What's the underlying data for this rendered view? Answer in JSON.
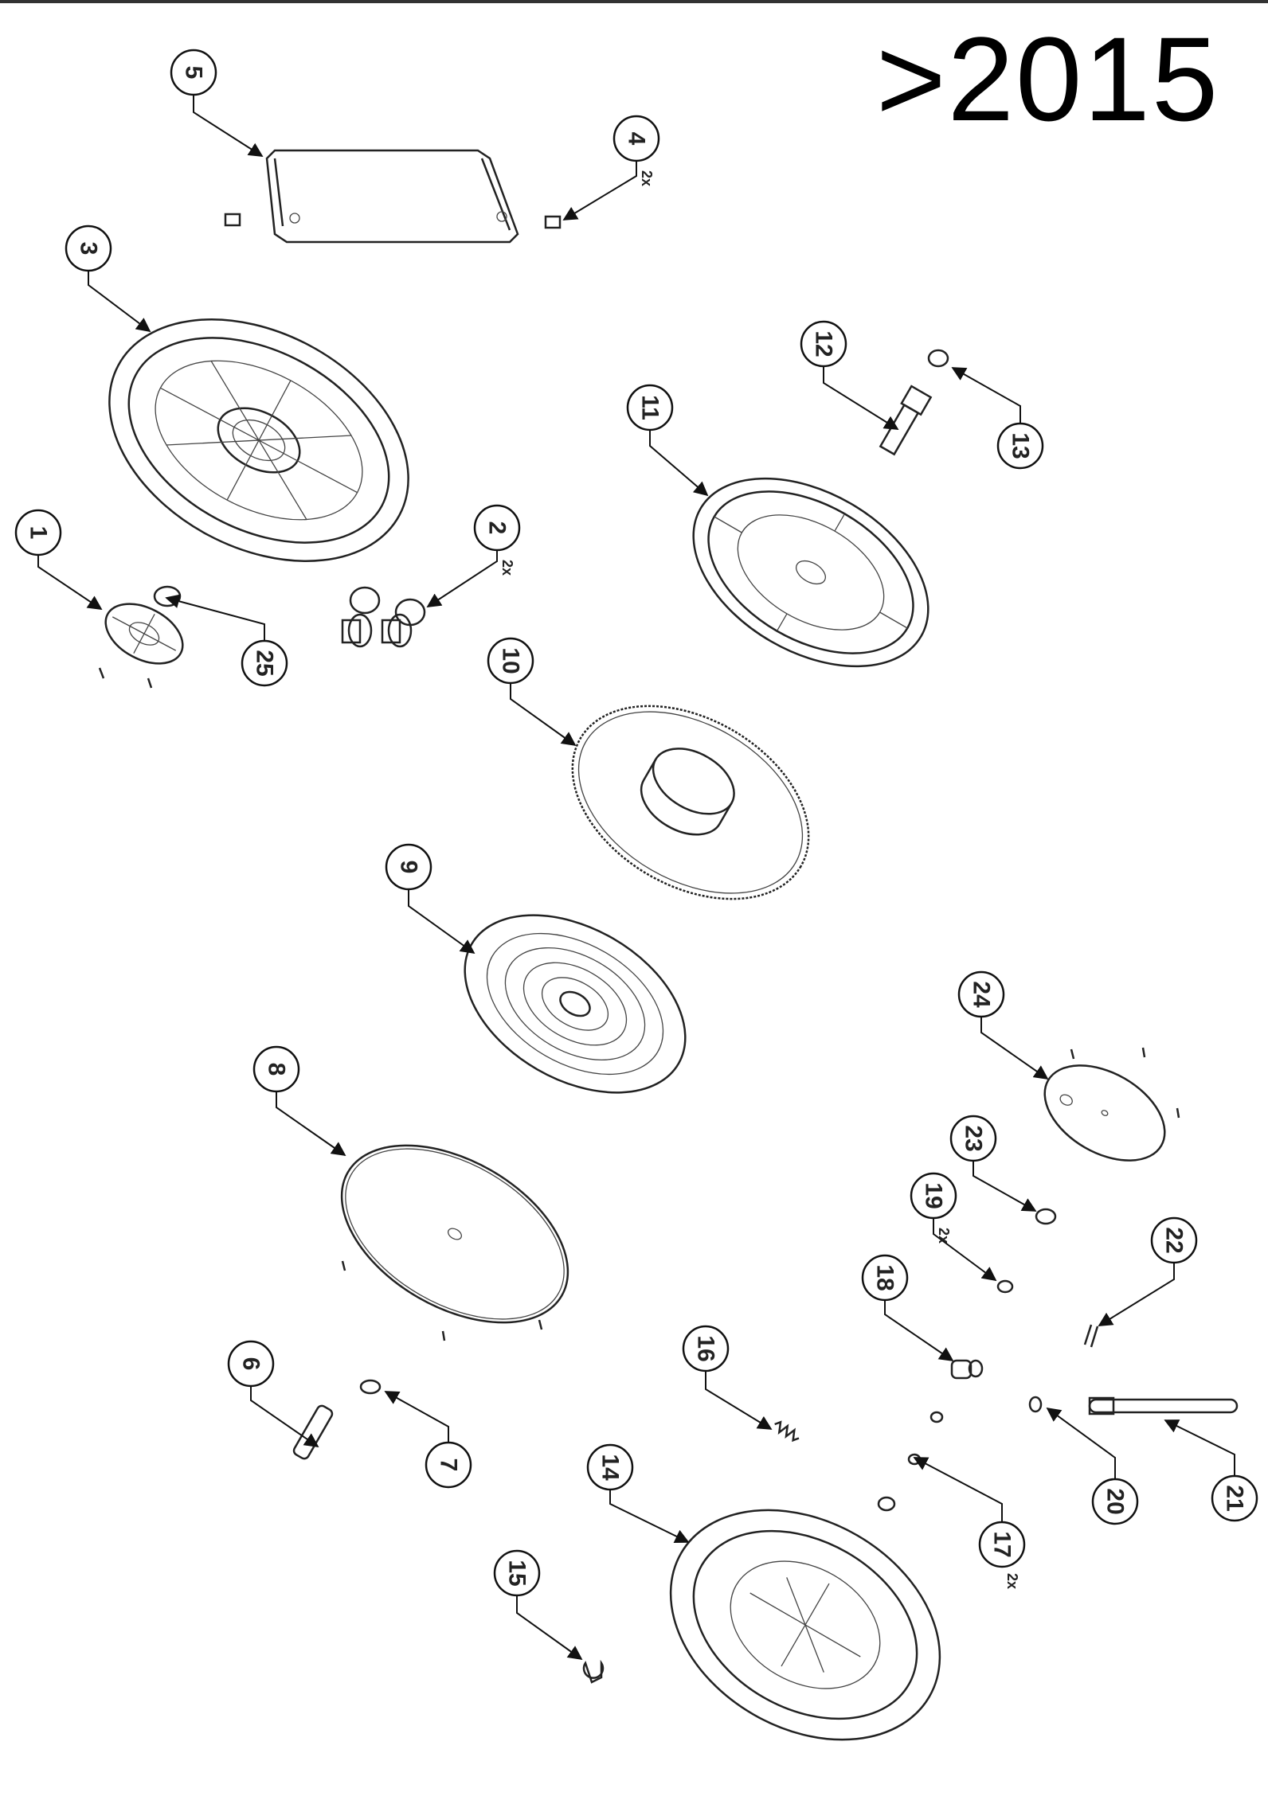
{
  "title": ">2015",
  "callouts": [
    {
      "number": "1"
    },
    {
      "number": "2",
      "qty": "2x"
    },
    {
      "number": "3"
    },
    {
      "number": "4",
      "qty": "2x"
    },
    {
      "number": "5"
    },
    {
      "number": "6"
    },
    {
      "number": "7"
    },
    {
      "number": "8"
    },
    {
      "number": "9"
    },
    {
      "number": "10"
    },
    {
      "number": "11"
    },
    {
      "number": "12"
    },
    {
      "number": "13"
    },
    {
      "number": "14"
    },
    {
      "number": "15"
    },
    {
      "number": "16"
    },
    {
      "number": "17",
      "qty": "2x"
    },
    {
      "number": "18"
    },
    {
      "number": "19",
      "qty": "2x"
    },
    {
      "number": "20"
    },
    {
      "number": "21"
    },
    {
      "number": "22"
    },
    {
      "number": "23"
    },
    {
      "number": "24"
    },
    {
      "number": "25"
    }
  ]
}
